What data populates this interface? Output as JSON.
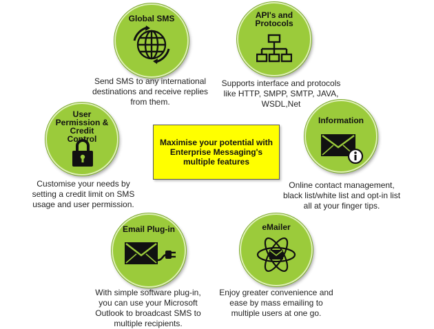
{
  "center": {
    "text": "Maximise your potential with Enterprise Messaging's multiple features"
  },
  "features": [
    {
      "title": "Global SMS",
      "icon": "globe-icon",
      "description": "Send SMS to any international destinations and receive replies from them."
    },
    {
      "title": "API's and Protocols",
      "icon": "network-hierarchy-icon",
      "description": "Supports interface and protocols like HTTP, SMPP, SMTP, JAVA, WSDL,Net"
    },
    {
      "title": "User Permission & Credit Control",
      "icon": "padlock-icon",
      "description": "Customise your needs by setting a credit limit on SMS usage and user permission."
    },
    {
      "title": "Information",
      "icon": "envelope-info-icon",
      "description": "Online contact management, black list/white list and opt-in list all at your finger tips."
    },
    {
      "title": "Email Plug-in",
      "icon": "envelope-plug-icon",
      "description": "With simple software plug-in, you can use your Microsoft Outlook to broadcast SMS to multiple recipients."
    },
    {
      "title": "eMailer",
      "icon": "atom-envelope-icon",
      "description": "Enjoy greater convenience and ease by mass emailing to multiple users at one go."
    }
  ],
  "colors": {
    "circle": "#9bcb3b",
    "center_box": "#ffff00",
    "icon": "#111111"
  }
}
